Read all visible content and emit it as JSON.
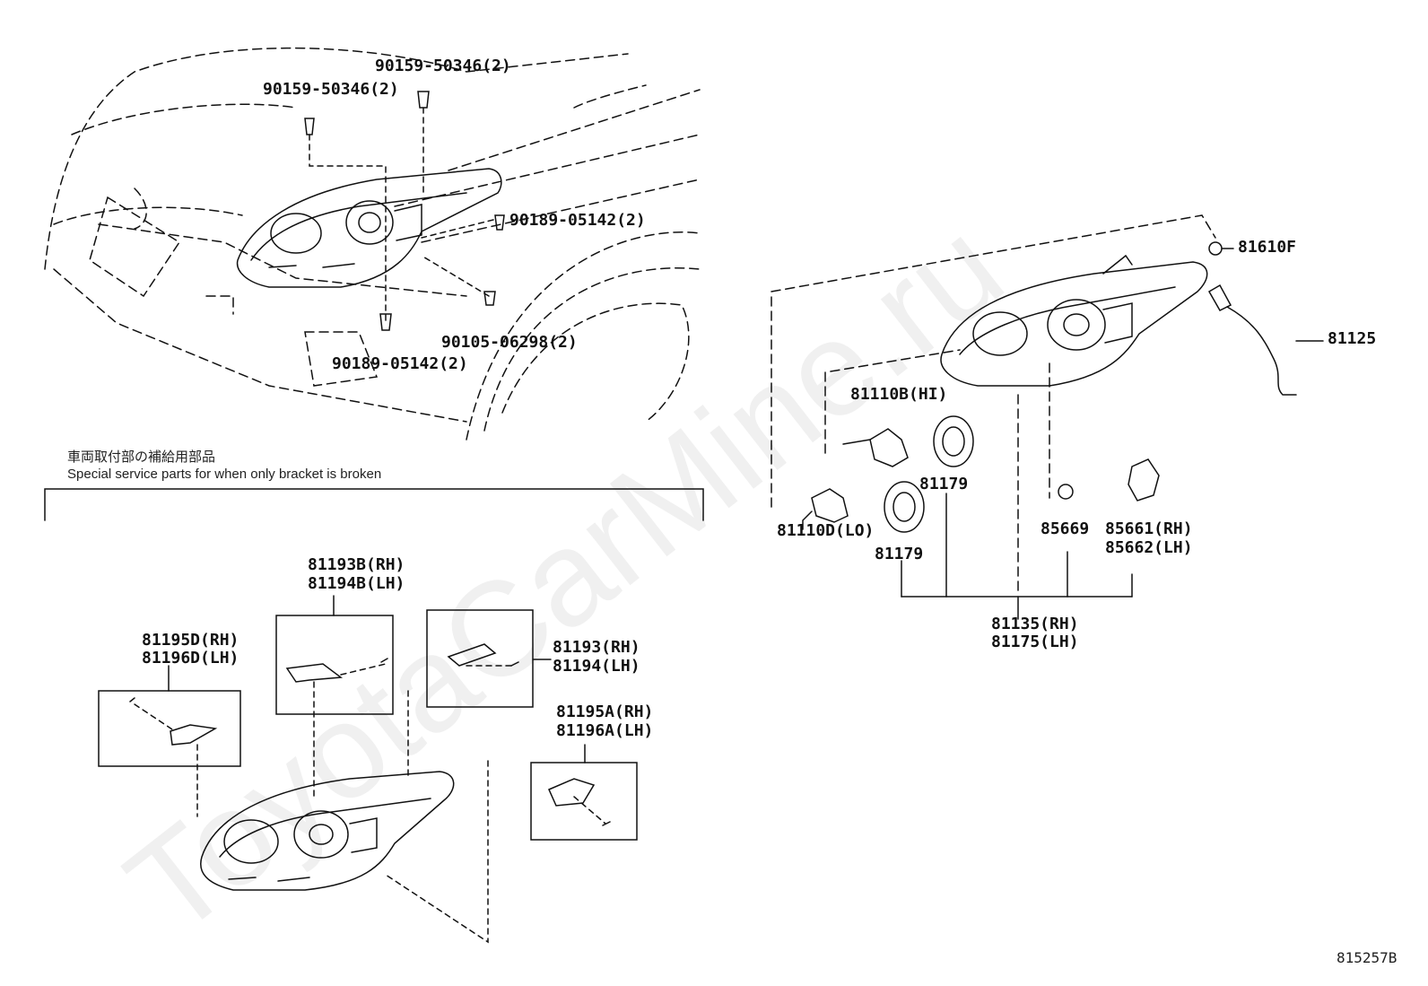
{
  "watermark": "ToyotaCarMine.ru",
  "figure_number": "815257B",
  "note": {
    "jp": "車両取付部の補給用部品",
    "en": "Special service parts for when only bracket is broken"
  },
  "vehicle_labels": {
    "bolt_top_left": "90159-50346(2)",
    "bolt_top_right": "90159-50346(2)",
    "clip_right": "90189-05142(2)",
    "clip_bottom": "90189-05142(2)",
    "screw_fender": "90105-06298(2)"
  },
  "headlamp_labels": {
    "cap": "81610F",
    "socket": "81125",
    "bulb_hi": "81110B(HI)",
    "bulb_lo": "81110D(LO)",
    "cover_1": "81179",
    "cover_2": "81179",
    "oring": "85669",
    "motor_rh": "85661(RH)",
    "motor_lh": "85662(LH)",
    "assy_rh": "81135(RH)",
    "assy_lh": "81175(LH)"
  },
  "bracket_labels": {
    "b_rh": "81193B(RH)",
    "b_lh": "81194B(LH)",
    "d_rh": "81195D(RH)",
    "d_lh": "81196D(LH)",
    "plain_rh": "81193(RH)",
    "plain_lh": "81194(LH)",
    "a_rh": "81195A(RH)",
    "a_lh": "81196A(LH)"
  }
}
